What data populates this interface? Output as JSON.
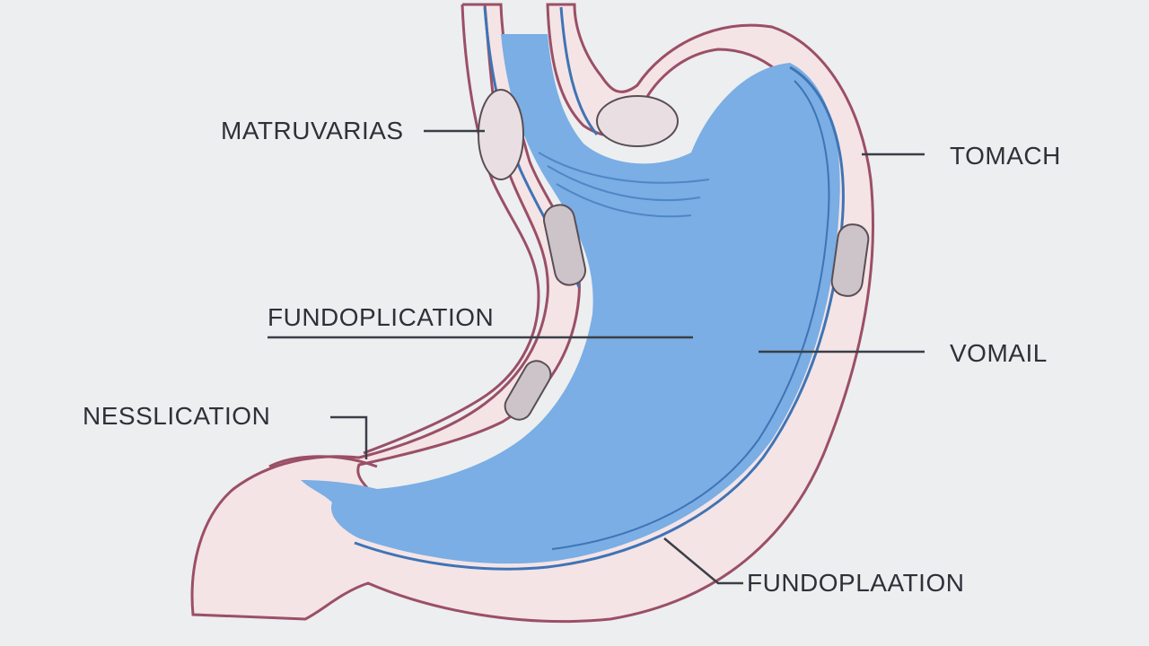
{
  "labels": {
    "maturvarias": "MATRUVARIAS",
    "stomach": "TOMACH",
    "fundoplication_main": "FUNDOPLICATION",
    "vomail": "VOMAIL",
    "nesslication": "NESSLICATION",
    "fundoplaation": "FUNDOPLAATION"
  },
  "colors": {
    "background": "#eceef0",
    "stomach_fill": "#7aaee4",
    "lumen_dark": "#4f86c6",
    "wall_fill": "#f4e4e6",
    "wall_outline": "#9b4f66",
    "label_text": "#2d3138",
    "leader_line": "#3a3f46"
  }
}
